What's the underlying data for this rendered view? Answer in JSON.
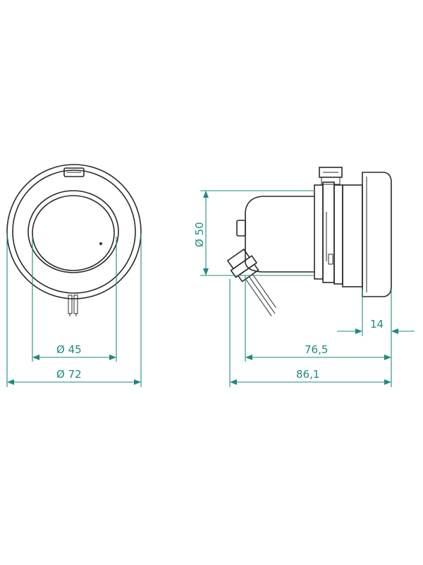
{
  "colors": {
    "dimension": "#1f8a80",
    "outline": "#2a2a2a",
    "background": "#ffffff"
  },
  "front_view": {
    "diameter_inner": "Ø 45",
    "diameter_outer": "Ø 72"
  },
  "side_view": {
    "diameter_body": "Ø 50",
    "length_flange": "14",
    "length_body": "76,5",
    "length_total": "86,1"
  }
}
